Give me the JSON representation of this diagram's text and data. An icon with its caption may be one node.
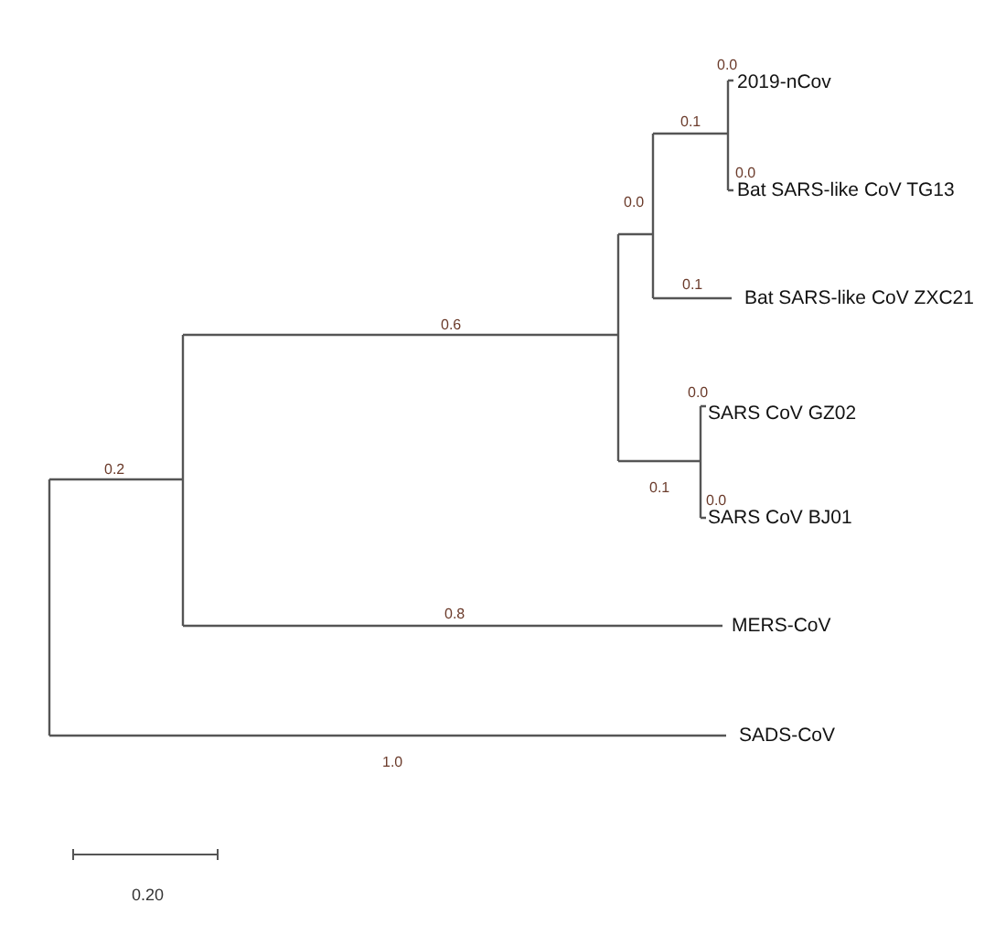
{
  "diagram": {
    "nodes": [
      {
        "text": [
          "2019-nCov"
        ]
      },
      {
        "text": [
          "Bat SARS-like CoV TG13"
        ]
      },
      {
        "text": [
          "Bat SARS-like CoV ZXC21"
        ]
      },
      {
        "text": [
          "SARS CoV GZ02"
        ]
      },
      {
        "text": [
          "SARS CoV BJ01"
        ]
      },
      {
        "text": [
          "MERS-CoV"
        ]
      },
      {
        "text": [
          "SADS-CoV"
        ]
      }
    ],
    "labels": [
      "0.0",
      "0.1",
      "0.0",
      "0.0",
      "0.1",
      "0.6",
      "0.0",
      "0.1",
      "0.0",
      "0.2",
      "0.8",
      "1.0",
      "0.20"
    ]
  }
}
